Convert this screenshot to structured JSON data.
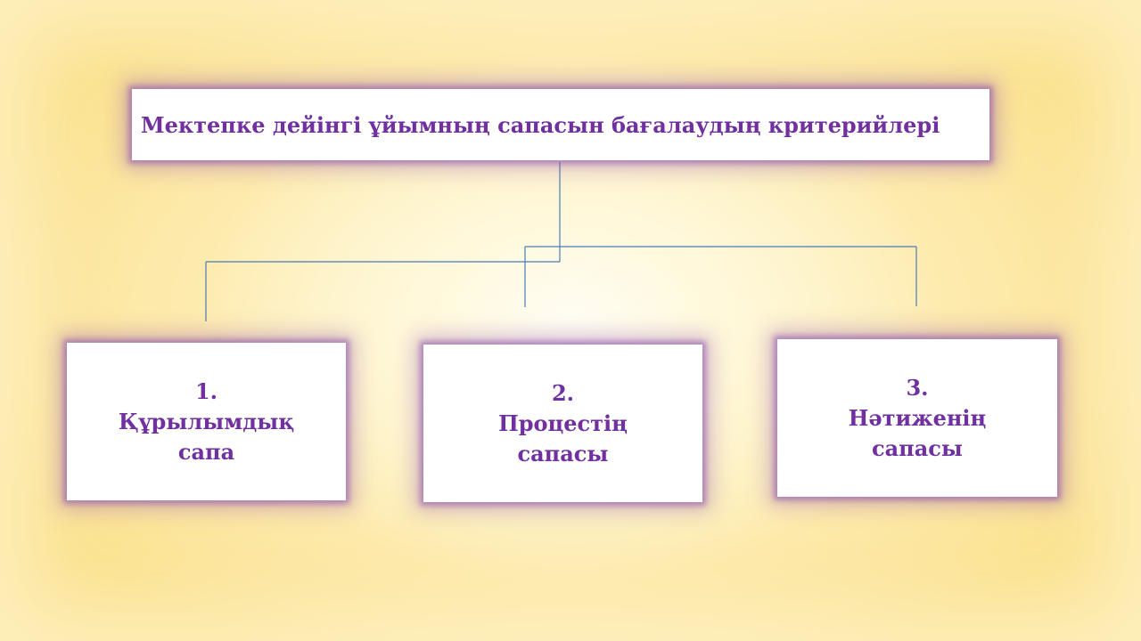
{
  "diagram": {
    "title": "Мектепке дейінгі ұйымның сапасын бағалаудың критерийлері",
    "children": [
      {
        "number": "1.",
        "line1": "Құрылымдық",
        "line2": "сапа"
      },
      {
        "number": "2.",
        "line1": "Процестің",
        "line2": "сапасы"
      },
      {
        "number": "3.",
        "line1": "Нәтиженің",
        "line2": "сапасы"
      }
    ],
    "colors": {
      "text": "#7030a0",
      "connector": "#4a7ab8",
      "box_glow": "#8c50aa"
    }
  }
}
